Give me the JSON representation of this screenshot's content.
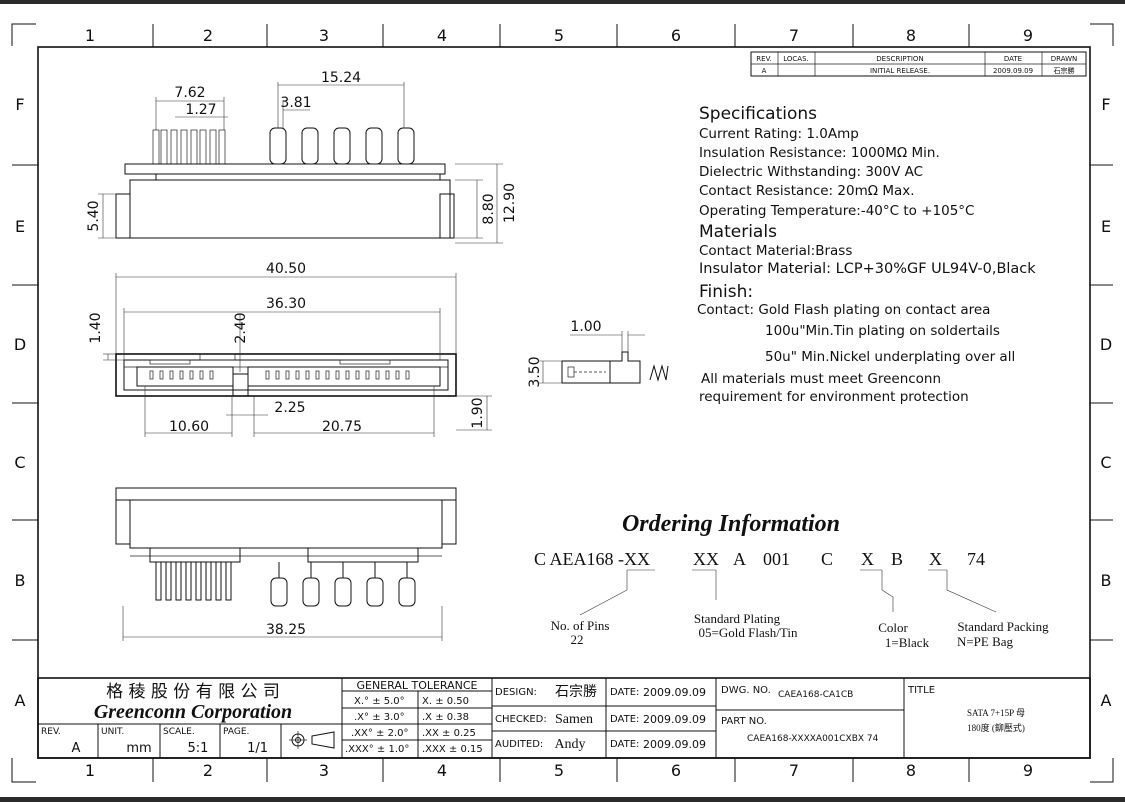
{
  "frame": {
    "col_labels": [
      "1",
      "2",
      "3",
      "4",
      "5",
      "6",
      "7",
      "8",
      "9"
    ],
    "row_labels": [
      "F",
      "E",
      "D",
      "C",
      "B",
      "A"
    ]
  },
  "revision_table": {
    "headers": [
      "REV.",
      "LOCAS.",
      "DESCRIPTION",
      "DATE",
      "DRAWN"
    ],
    "rows": [
      [
        "A",
        "",
        "INITIAL RELEASE.",
        "2009.09.09",
        "石宗勝"
      ]
    ]
  },
  "dimensions": {
    "top_view": {
      "pitch_signal": "7.62",
      "pitch_small": "1.27",
      "span_power": "15.24",
      "pitch_power": "3.81",
      "height_total": "12.90",
      "height_pin": "8.80",
      "height_body": "5.40"
    },
    "front_view": {
      "width_outer": "40.50",
      "width_inner": "36.30",
      "key_gap": "2.40",
      "flange": "1.40",
      "signal_width": "10.60",
      "power_width": "20.75",
      "key_width": "2.25",
      "depth": "1.90"
    },
    "side_view": {
      "wall": "1.00",
      "height": "3.50"
    },
    "bottom_view": {
      "width": "38.25"
    }
  },
  "specifications": {
    "title": "Specifications",
    "current_rating": "Current Rating: 1.0Amp",
    "insulation_resistance": "Insulation Resistance: 1000MΩ Min.",
    "dielectric": "Dielectric Withstanding: 300V AC",
    "contact_resistance": "Contact Resistance: 20mΩ Max.",
    "operating_temp": "Operating Temperature:-40°C to +105°C"
  },
  "materials": {
    "title": "Materials",
    "contact": "Contact Material:Brass",
    "insulator": "Insulator Material: LCP+30%GF UL94V-0,Black"
  },
  "finish": {
    "title": "Finish:",
    "line1": "Contact: Gold Flash plating on contact area",
    "line2": "100u\"Min.Tin plating on soldertails",
    "line3": "50u\" Min.Nickel underplating over all"
  },
  "requirement": {
    "line1": "All materials must meet Greenconn",
    "line2": "requirement for environment protection"
  },
  "ordering": {
    "title": "Ordering Information",
    "code": [
      "C AEA168 -XX",
      "XX",
      "A",
      "001",
      "C",
      "X",
      "B",
      "X",
      "74"
    ],
    "pins_label": "No. of Pins",
    "pins_value": "22",
    "plating_label": "Standard Plating",
    "plating_value": "05=Gold Flash/Tin",
    "color_label": "Color",
    "color_value": "1=Black",
    "packing_label": "Standard Packing",
    "packing_value": "N=PE Bag"
  },
  "title_block": {
    "company_cn": "格 稜 股 份 有 限 公 司",
    "company_en": "Greenconn Corporation",
    "rev_label": "REV.",
    "rev_value": "A",
    "unit_label": "UNIT.",
    "unit_value": "mm",
    "scale_label": "SCALE.",
    "scale_value": "5:1",
    "page_label": "PAGE.",
    "page_value": "1/1",
    "tolerance_title": "GENERAL  TOLERANCE",
    "tolerance_rows": [
      [
        "X.° ± 5.0°",
        "X.    ± 0.50"
      ],
      [
        ".X° ± 3.0°",
        ".X    ± 0.38"
      ],
      [
        ".XX° ± 2.0°",
        ".XX   ± 0.25"
      ],
      [
        ".XXX° ± 1.0°",
        ".XXX  ± 0.15"
      ]
    ],
    "design_label": "DESIGN:",
    "design_value": "石宗勝",
    "checked_label": "CHECKED:",
    "checked_value": "Samen",
    "audited_label": "AUDITED:",
    "audited_value": "Andy",
    "date_label": "DATE:",
    "date_value": "2009.09.09",
    "dwg_label": "DWG. NO.",
    "dwg_value": "CAEA168-CA1CB",
    "part_label": "PART NO.",
    "part_value": "CAEA168-XXXXA001CXBX 74",
    "title_label": "TITLE",
    "title_line1": "SATA 7+15P 母",
    "title_line2": "180度 (鉚壓式)"
  }
}
